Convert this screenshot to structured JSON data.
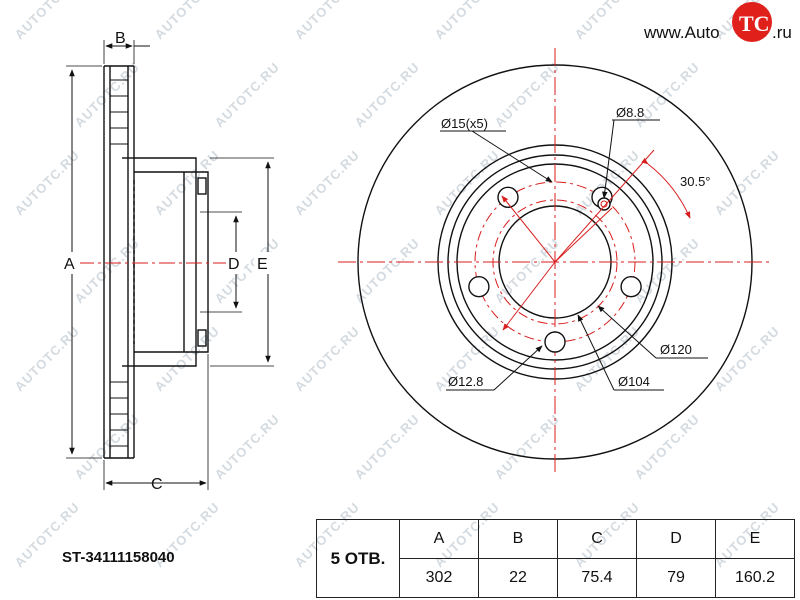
{
  "brand": {
    "url_prefix": "www.Auto",
    "logo_text": "TC",
    "url_suffix": ".ru",
    "watermark_text": "AUTOTC.RU",
    "logo_color": "#e0201b"
  },
  "side_view": {
    "labels": {
      "a": "A",
      "b": "B",
      "c": "C",
      "d": "D",
      "e": "E"
    }
  },
  "front_view": {
    "annotations": {
      "bolt_hole": "Ø15(x5)",
      "small_hole": "Ø8.8",
      "angle": "30.5°",
      "outer_pcd": "Ø120",
      "inner_pcd": "Ø104",
      "center_bore": "Ø12.8"
    }
  },
  "part_number": "ST-34111158040",
  "spec_table": {
    "holes_label": "5 ОТВ.",
    "headers": [
      "A",
      "B",
      "C",
      "D",
      "E"
    ],
    "values": [
      "302",
      "22",
      "75.4",
      "79",
      "160.2"
    ]
  }
}
